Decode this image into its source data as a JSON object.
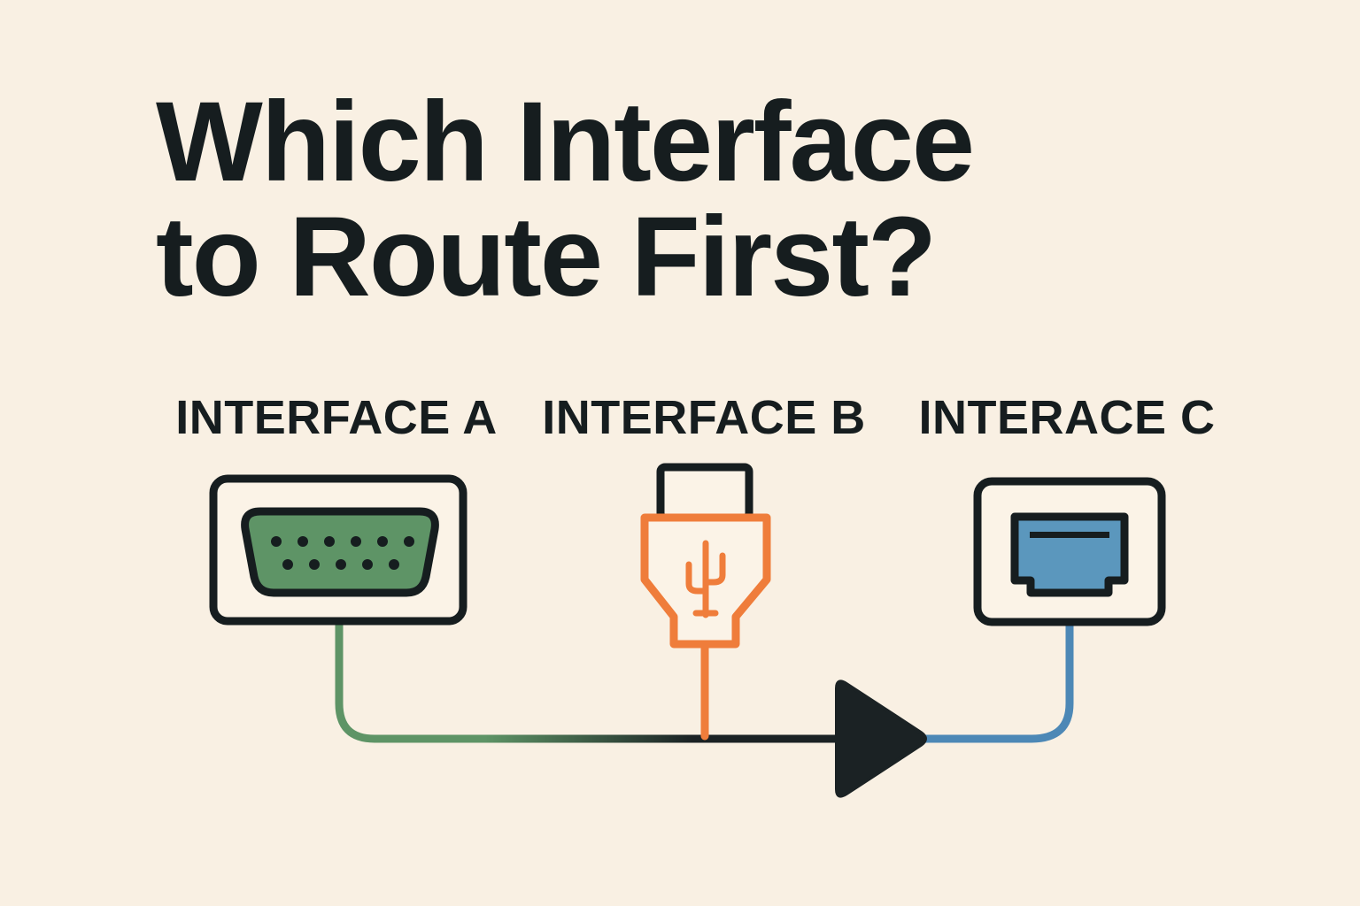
{
  "title": {
    "line1": "Which Interface",
    "line2": "to Route First?"
  },
  "interfaces": [
    {
      "label": "INTERFACE A",
      "icon": "serial-port-icon",
      "color": "#5e9466"
    },
    {
      "label": "INTERFACE B",
      "icon": "usb-plug-icon",
      "color": "#ef7d3b"
    },
    {
      "label": "INTERACE C",
      "icon": "ethernet-port-icon",
      "color": "#5b97bd"
    }
  ],
  "colors": {
    "background": "#f9f0e3",
    "ink": "#161d1f",
    "route_a": "#5e9466",
    "route_b": "#ef7d3b",
    "route_c": "#4d88b6"
  }
}
